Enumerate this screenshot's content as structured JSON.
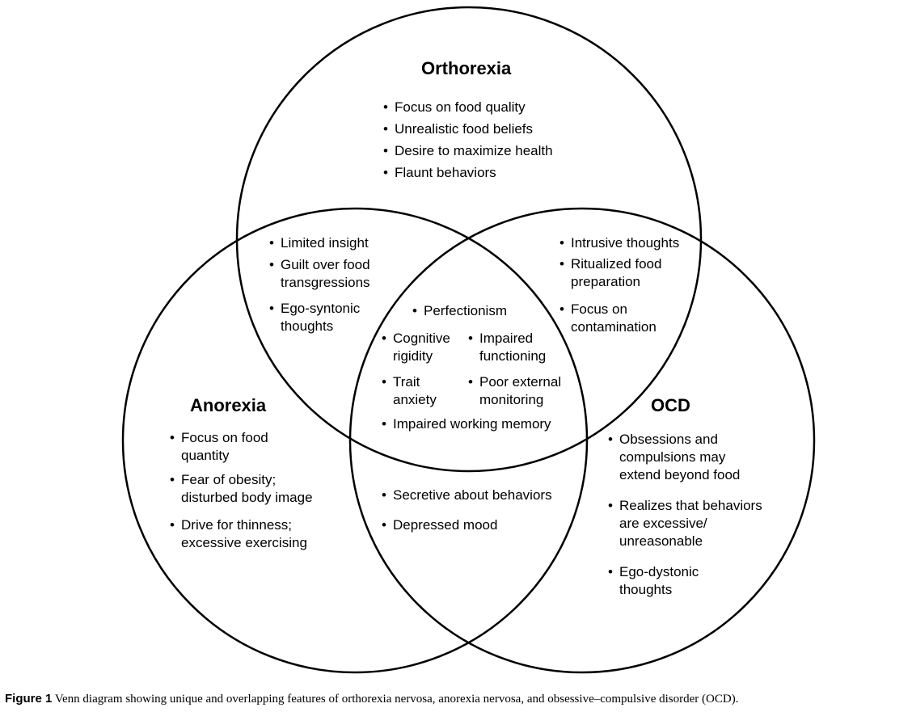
{
  "sets": {
    "orthorexia": {
      "title": "Orthorexia",
      "items": [
        "Focus on food quality",
        "Unrealistic food beliefs",
        "Desire to maximize health",
        "Flaunt behaviors"
      ]
    },
    "anorexia": {
      "title": "Anorexia",
      "items": [
        "Focus on food\nquantity",
        "Fear of obesity;\ndisturbed body image",
        "Drive for thinness;\nexcessive exercising"
      ]
    },
    "ocd": {
      "title": "OCD",
      "items": [
        "Obsessions and\ncompulsions may\nextend beyond food",
        "Realizes that behaviors\nare excessive/\nunreasonable",
        "Ego-dystonic\nthoughts"
      ]
    }
  },
  "overlaps": {
    "orthorexia_anorexia": [
      "Limited insight",
      "Guilt over food\ntransgressions",
      "Ego-syntonic\nthoughts"
    ],
    "orthorexia_ocd": [
      "Intrusive thoughts",
      "Ritualized food\npreparation",
      "Focus on\ncontamination"
    ],
    "anorexia_ocd": [
      "Secretive about behaviors",
      "Depressed mood"
    ],
    "all_three": {
      "top": "Perfectionism",
      "left": [
        "Cognitive\nrigidity",
        "Trait\nanxiety"
      ],
      "right": [
        "Impaired\nfunctioning",
        "Poor external\nmonitoring"
      ],
      "bottom": "Impaired working memory"
    }
  },
  "caption": {
    "label": "Figure 1",
    "text": "Venn diagram showing unique and overlapping features of orthorexia nervosa, anorexia nervosa, and obsessive–compulsive disorder (OCD)."
  }
}
